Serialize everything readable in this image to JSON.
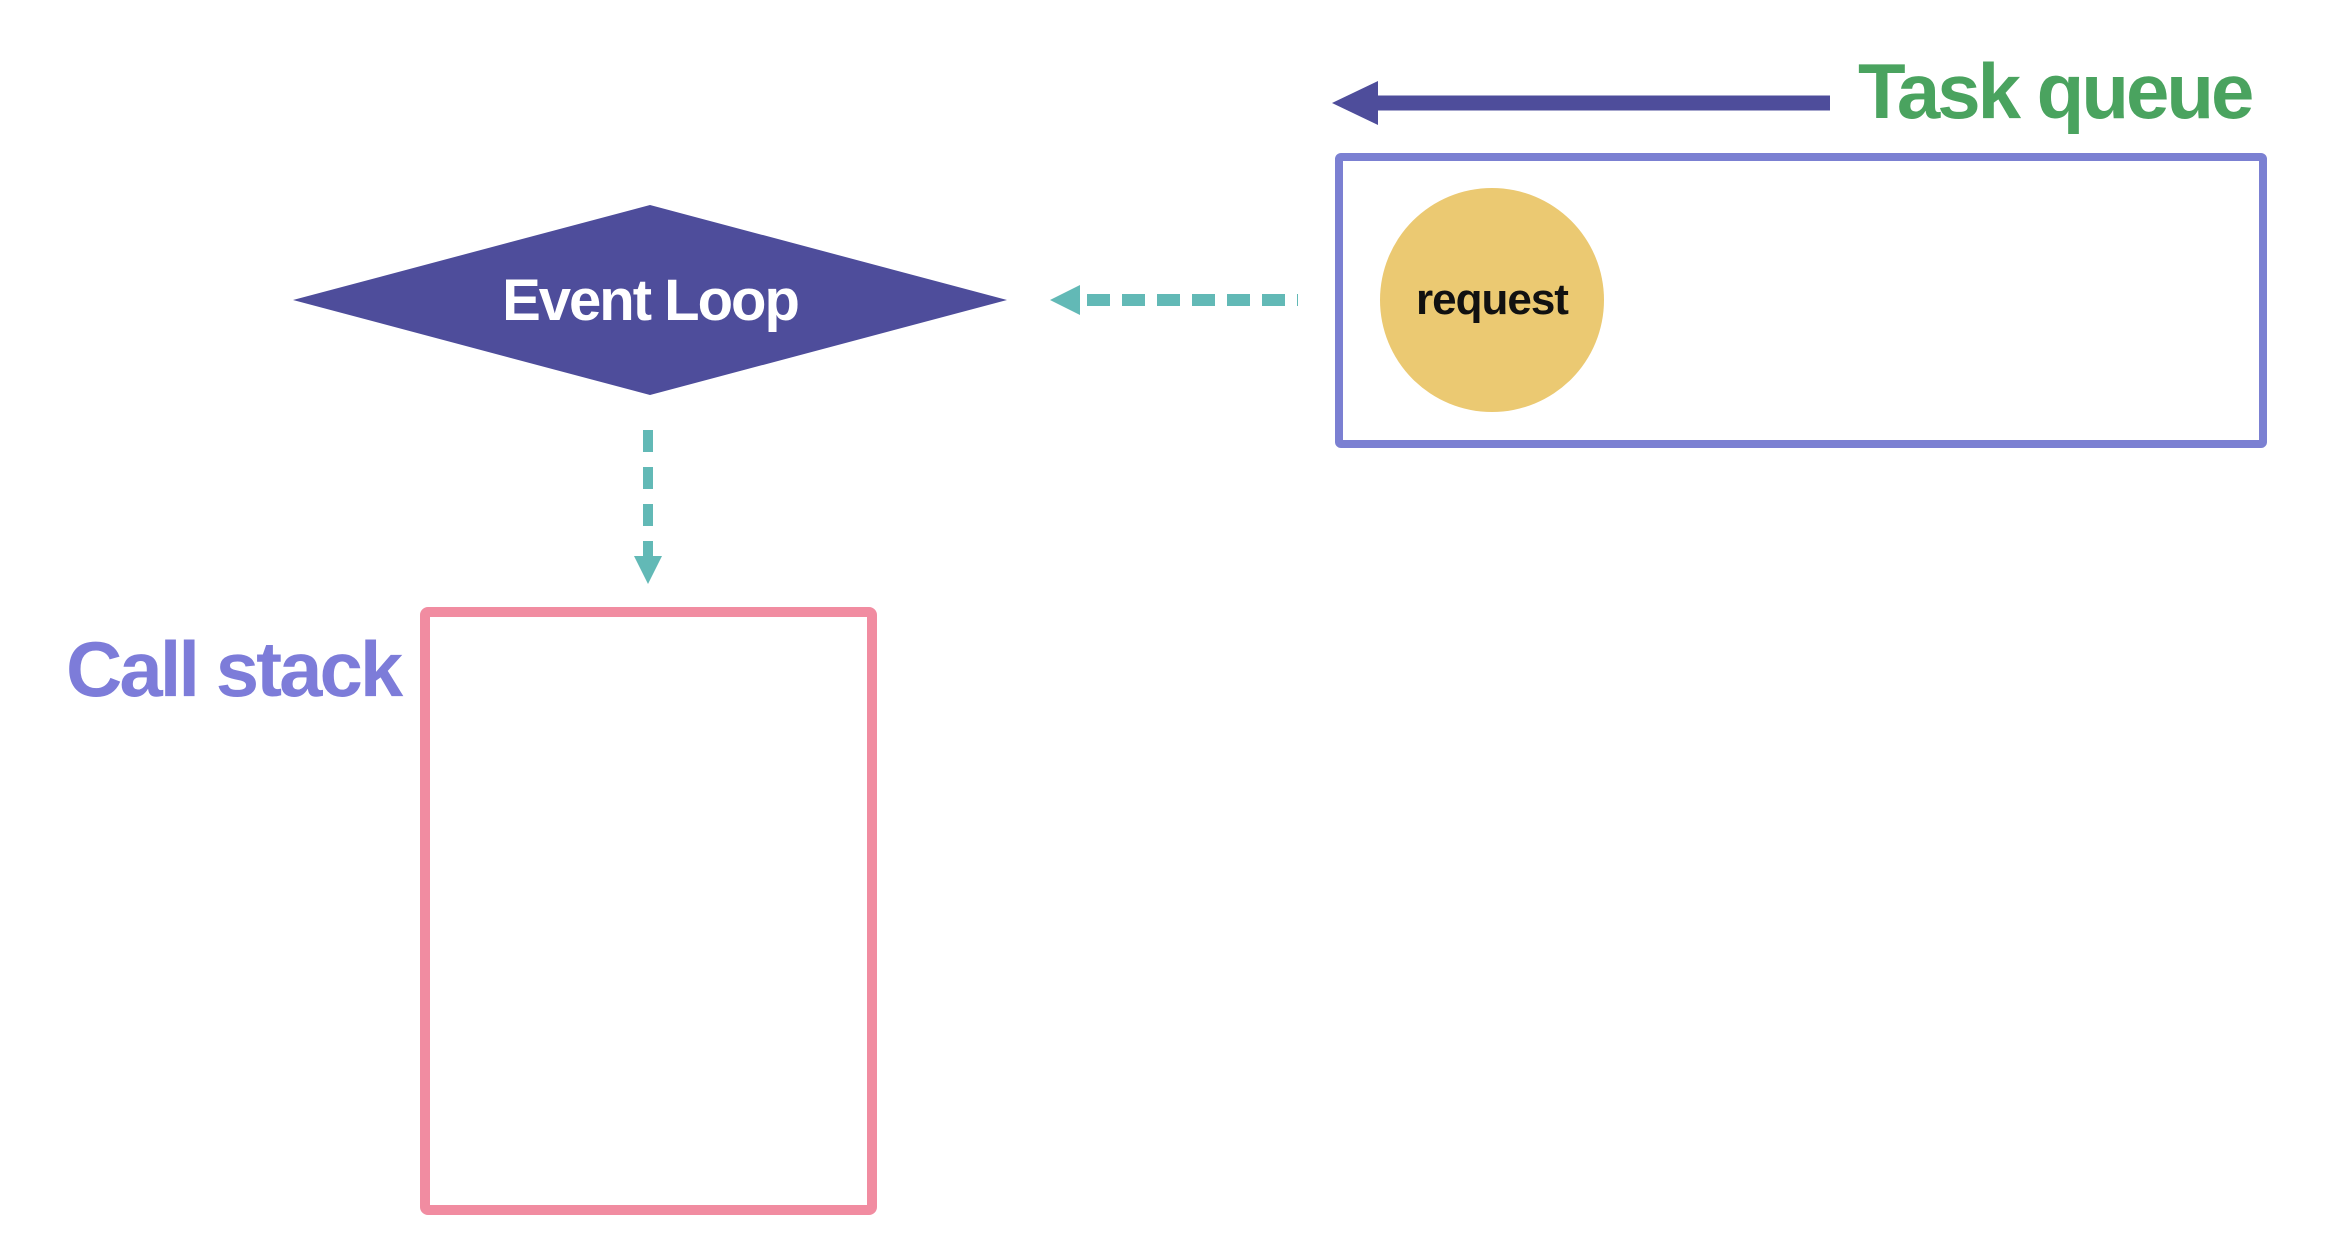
{
  "diagram": {
    "task_queue": {
      "label": "Task queue",
      "item_label": "request"
    },
    "event_loop": {
      "label": "Event Loop"
    },
    "call_stack": {
      "label": "Call stack"
    },
    "arrows": [
      {
        "name": "task-queue-flow-arrow",
        "style": "solid",
        "direction": "left",
        "color": "indigo"
      },
      {
        "name": "queue-to-event-loop-arrow",
        "style": "dashed",
        "direction": "left",
        "color": "teal"
      },
      {
        "name": "event-loop-to-call-stack-arrow",
        "style": "dashed",
        "direction": "down",
        "color": "teal"
      }
    ]
  },
  "colors": {
    "green": "#4AA35F",
    "indigo": "#4E4D9B",
    "periwinkle": "#7B80D2",
    "yellow": "#EBC972",
    "teal": "#62B9B6",
    "lavender": "#7D7CD9",
    "pink": "#F18CA1",
    "text-dark": "#111111",
    "white": "#FFFFFF"
  }
}
